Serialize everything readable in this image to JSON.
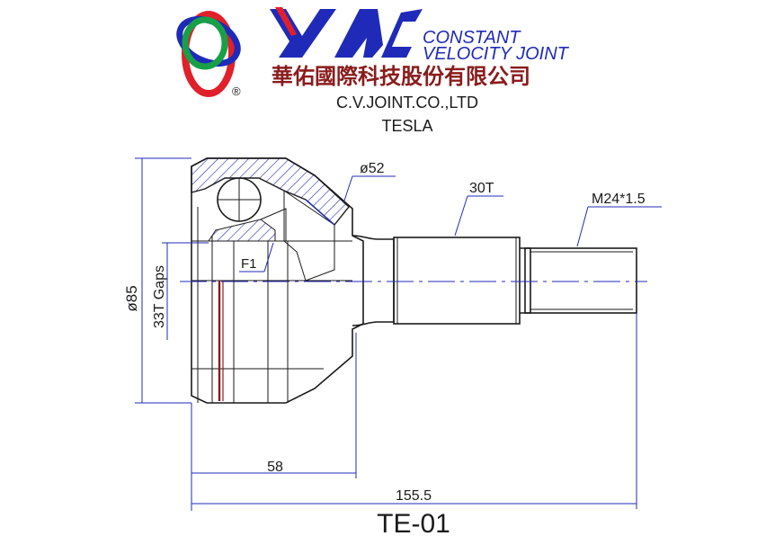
{
  "logo": {
    "brand_text": "YMC",
    "tagline_line1": "CONSTANT",
    "tagline_line2": "VELOCITY JOINT",
    "company_chinese": "華佑國際科技股份有限公司",
    "registered_mark": "®",
    "colors": {
      "red": "#e0202a",
      "green": "#18a048",
      "blue": "#1f2bb8"
    }
  },
  "company_name": "C.V.JOINT.CO.,LTD",
  "vehicle_make": "TESLA",
  "dimensions": {
    "outer_diameter": "ø85",
    "gaps": "33T Gaps",
    "seal_diameter": "ø52",
    "spline": "30T",
    "thread": "M24*1.5",
    "feature": "F1",
    "bell_length": "58",
    "overall_length": "155.5"
  },
  "part_number": "TE-01",
  "colors": {
    "ink": "#1a1a1a",
    "dimension_blue": "#1f2bb8",
    "seal_red": "#8a1c1c"
  }
}
